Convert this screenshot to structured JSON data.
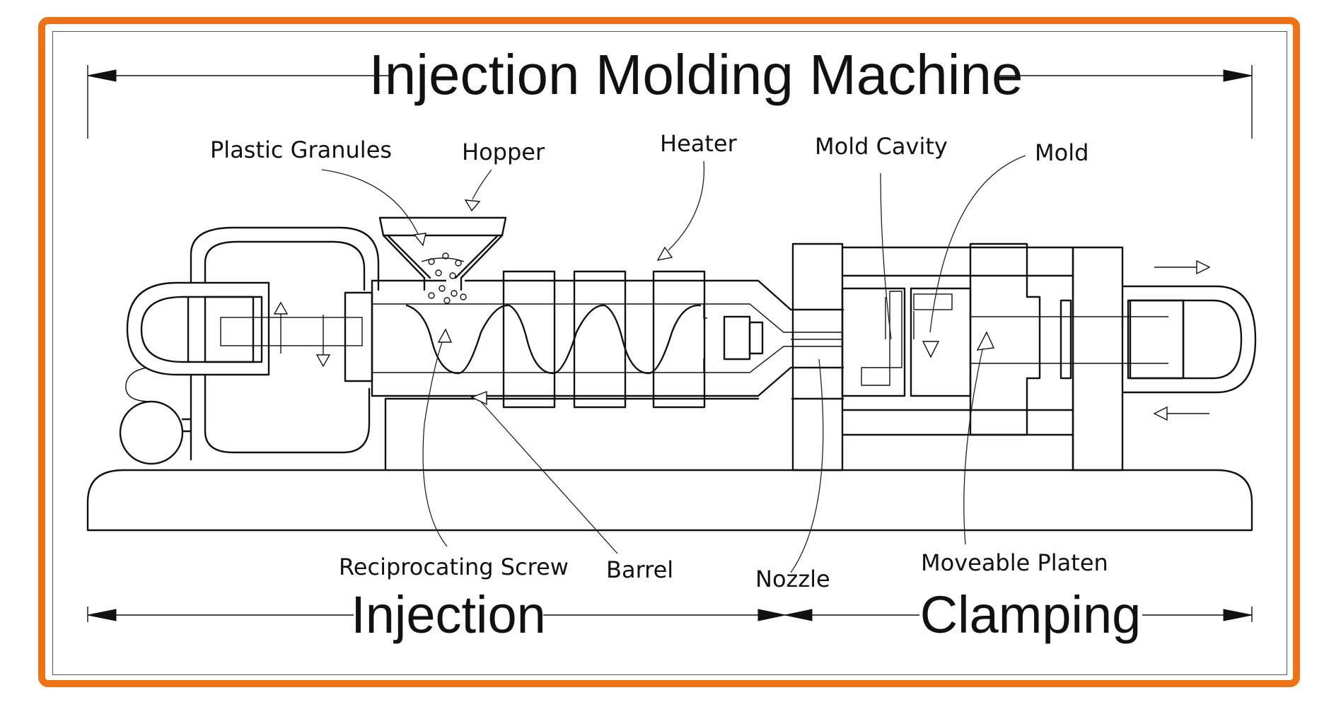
{
  "diagram": {
    "title": "Injection Molding Machine",
    "sections": {
      "injection": "Injection",
      "clamping": "Clamping"
    },
    "labels": {
      "plastic_granules": "Plastic Granules",
      "hopper": "Hopper",
      "heater": "Heater",
      "mold_cavity": "Mold Cavity",
      "mold": "Mold",
      "reciprocating_screw": "Reciprocating Screw",
      "barrel": "Barrel",
      "nozzle": "Nozzle",
      "moveable_platen": "Moveable Platen"
    },
    "colors": {
      "frame": "#f07216",
      "ink": "#111111"
    }
  }
}
